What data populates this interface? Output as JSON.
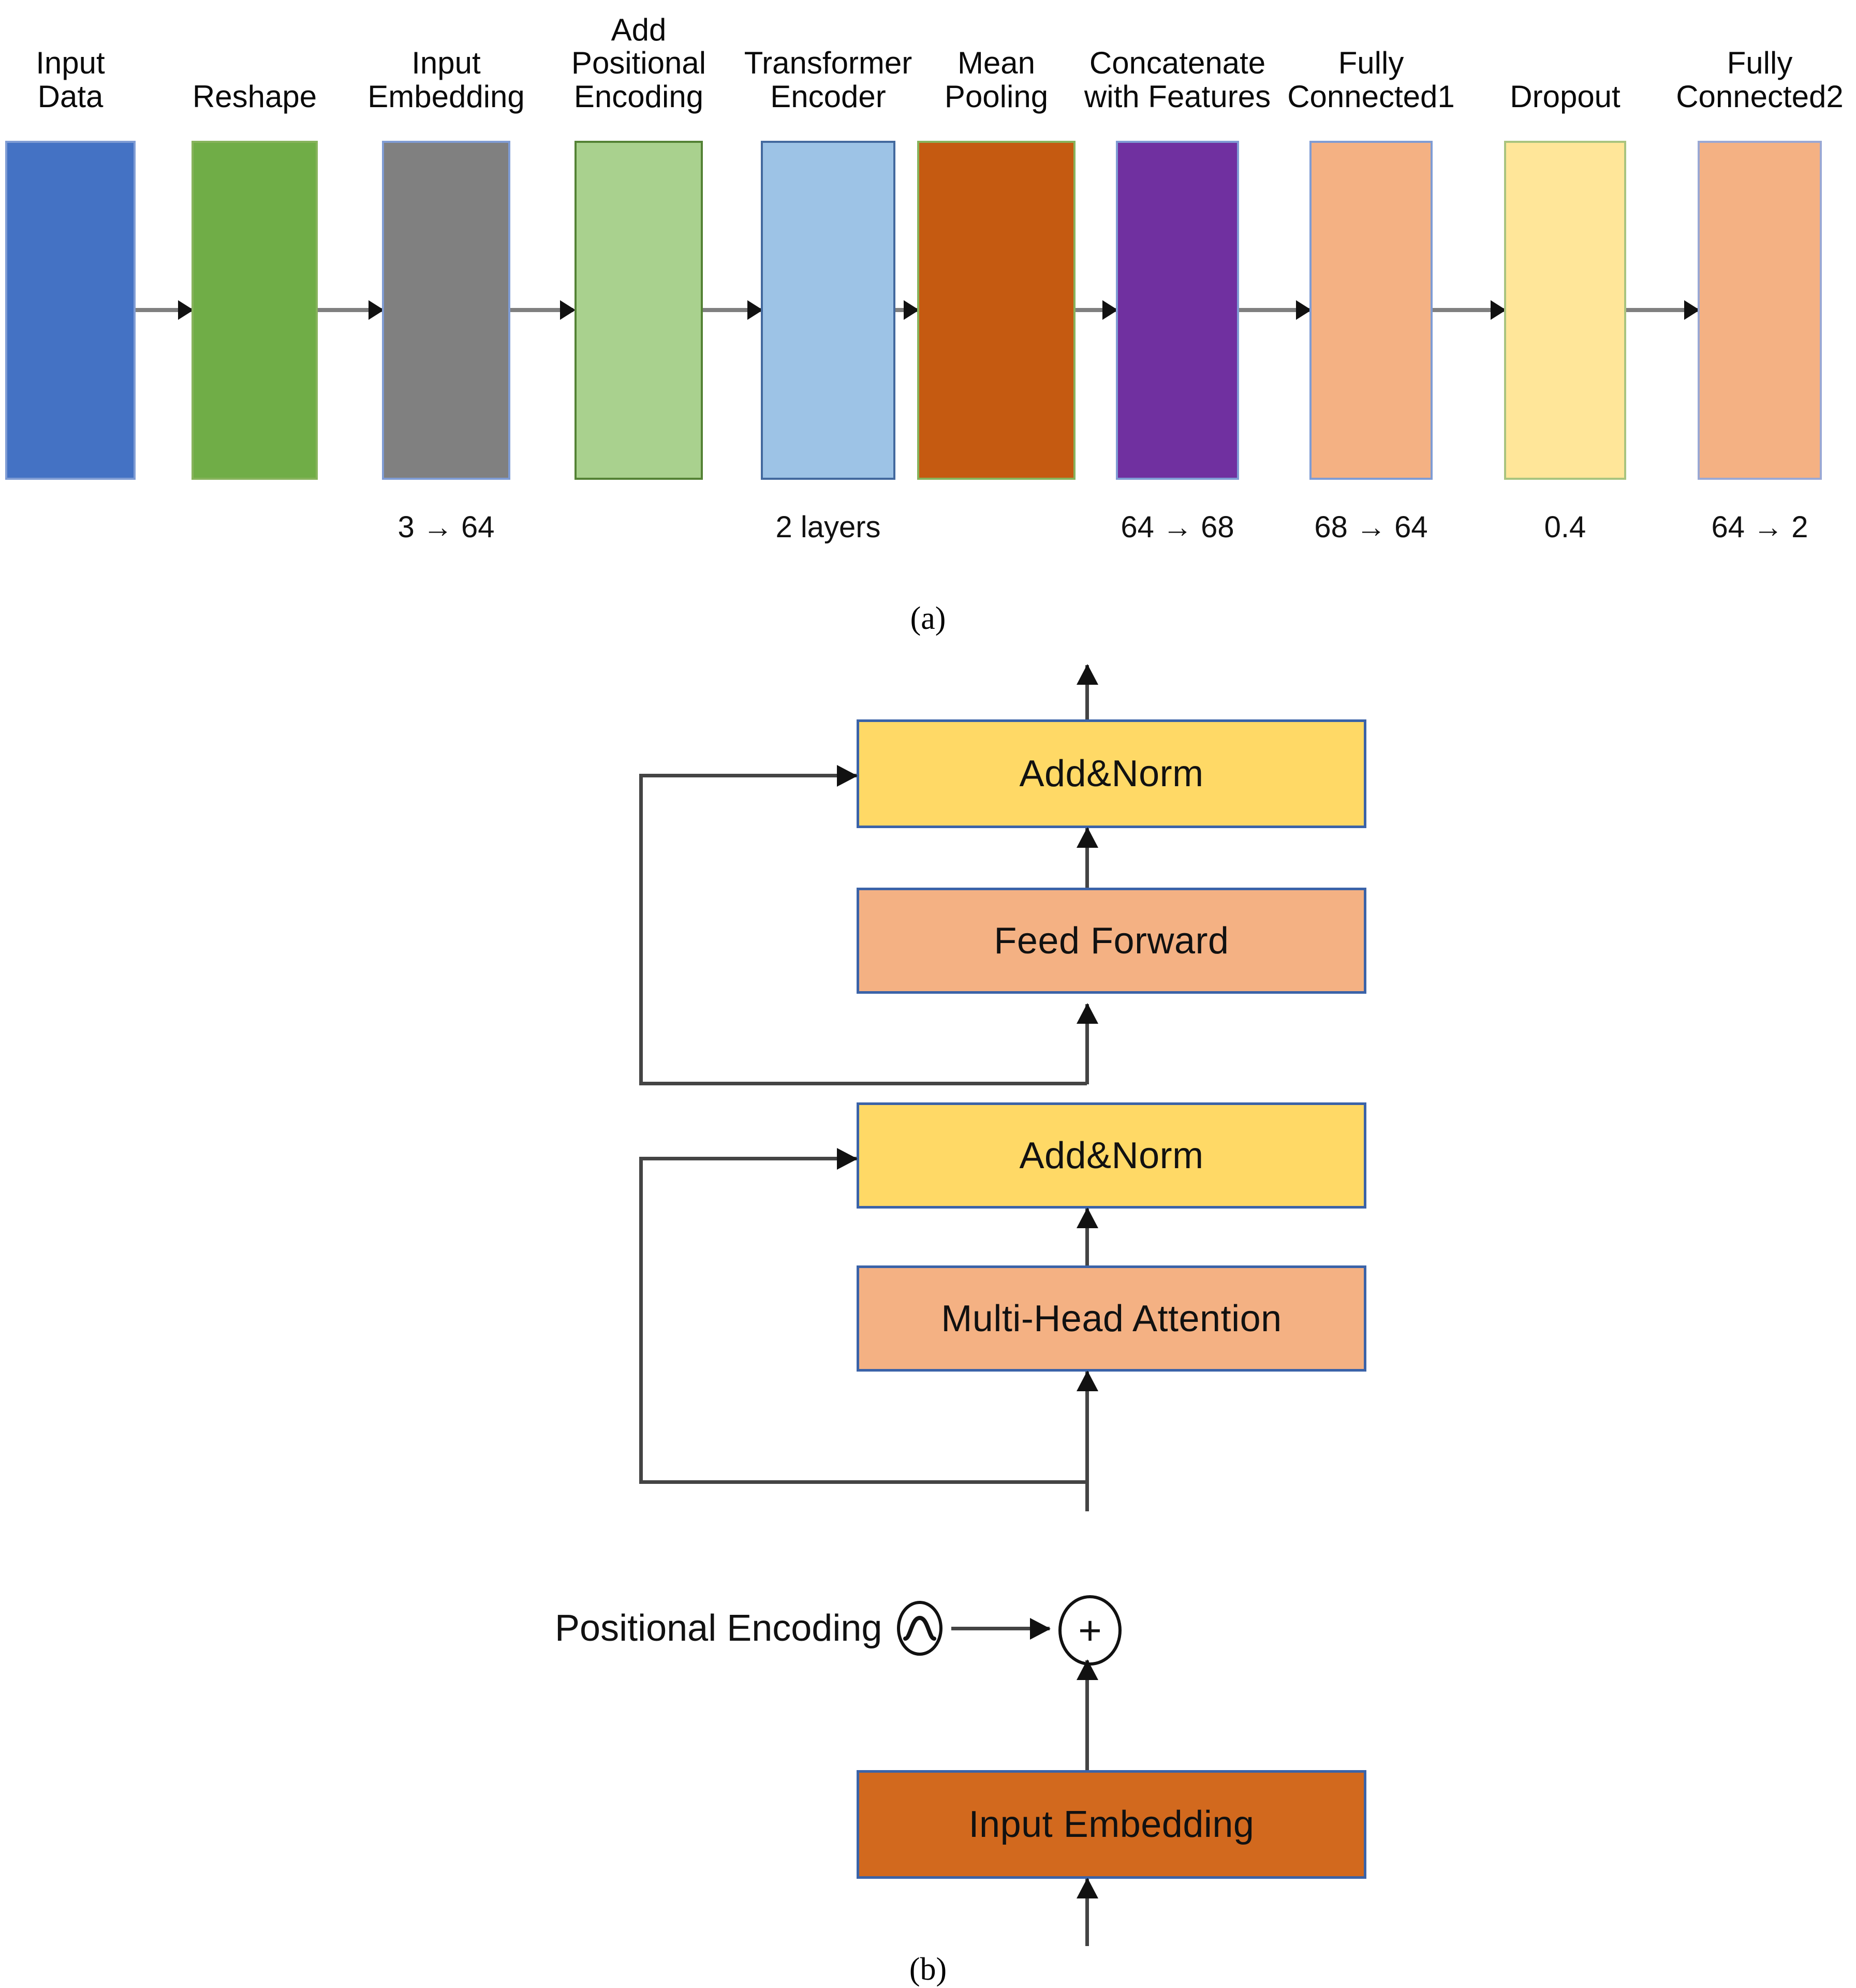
{
  "figure": {
    "panel_a_caption": "(a)",
    "panel_b_caption": "(b)"
  },
  "pipeline": {
    "stages": [
      {
        "title": "Input\nData",
        "sub": "",
        "fill": "#4472c4",
        "border": "#7f9cd4"
      },
      {
        "title": "Reshape",
        "sub": "",
        "fill": "#70ad47",
        "border": "#87b35c"
      },
      {
        "title": "Input\nEmbedding",
        "sub": "3 → 64",
        "fill": "#808080",
        "border": "#7f9cd4"
      },
      {
        "title": "Add\nPositional\nEncoding",
        "sub": "",
        "fill": "#a9d18e",
        "border": "#548235"
      },
      {
        "title": "Transformer\nEncoder",
        "sub": "2 layers",
        "fill": "#9dc3e6",
        "border": "#43699e"
      },
      {
        "title": "Mean\nPooling",
        "sub": "",
        "fill": "#c55a11",
        "border": "#87b35c"
      },
      {
        "title": "Concatenate\nwith Features",
        "sub": "64 → 68",
        "fill": "#7030a0",
        "border": "#7f9cd4"
      },
      {
        "title": "Fully\nConnected1",
        "sub": "68 → 64",
        "fill": "#f4b183",
        "border": "#7f9cd4"
      },
      {
        "title": "Dropout",
        "sub": "0.4",
        "fill": "#ffe699",
        "border": "#a9c47f"
      },
      {
        "title": "Fully\nConnected2",
        "sub": "64 → 2",
        "fill": "#f4b183",
        "border": "#9aa8d4"
      }
    ]
  },
  "encoder": {
    "blocks": [
      {
        "label": "Add&Norm",
        "fill": "#ffd966",
        "border": "#3b63a8"
      },
      {
        "label": "Feed Forward",
        "fill": "#f4b183",
        "border": "#3b63a8"
      },
      {
        "label": "Add&Norm",
        "fill": "#ffd966",
        "border": "#3b63a8"
      },
      {
        "label": "Multi-Head Attention",
        "fill": "#f4b183",
        "border": "#3b63a8"
      },
      {
        "label": "Input Embedding",
        "fill": "#d2691e",
        "border": "#3b63a8"
      }
    ],
    "positional_encoding_label": "Positional Encoding",
    "add_node_symbol": "+"
  },
  "colors": {
    "arrow": "#444444",
    "pipeline_arrow": "#808080",
    "text": "#111111"
  }
}
